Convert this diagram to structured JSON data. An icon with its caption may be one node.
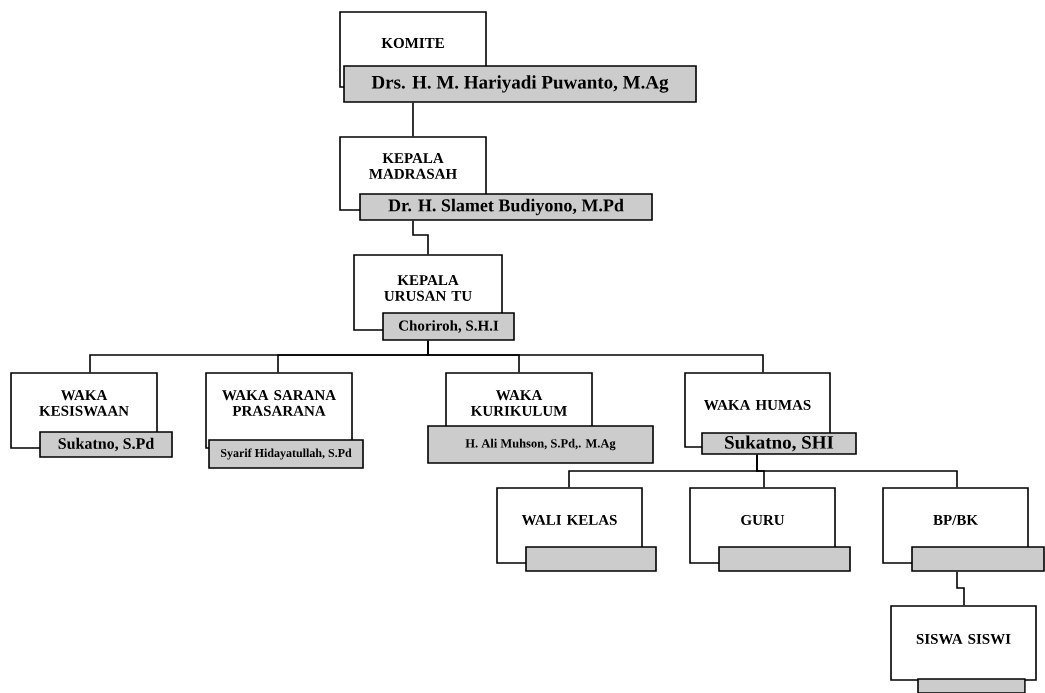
{
  "diagram": {
    "nodes": [
      {
        "text": [
          "KOMITE",
          "Drs. H. M. Hariyadi Puwanto, M.Ag"
        ]
      },
      {
        "text": [
          "KEPALA MADRASAH",
          "Dr. H. Slamet Budiyono, M.Pd"
        ]
      },
      {
        "text": [
          "KEPALA URUSAN TU",
          "Choriroh, S.H.I"
        ]
      },
      {
        "text": [
          "WAKA KESISWAAN",
          "Sukatno, S.Pd"
        ]
      },
      {
        "text": [
          "WAKA SARANA PRASARANA",
          "Syarif Hidayatullah, S.Pd"
        ]
      },
      {
        "text": [
          "WAKA KURIKULUM",
          "H. Ali Muhson, S.Pd,. M.Ag"
        ]
      },
      {
        "text": [
          "WAKA HUMAS",
          "Sukatno, SHI"
        ]
      },
      {
        "text": [
          "WALI KELAS"
        ]
      },
      {
        "text": [
          "GURU"
        ]
      },
      {
        "text": [
          "BP/BK"
        ]
      },
      {
        "text": [
          "SISWA SISWI"
        ]
      }
    ],
    "edges": [
      {
        "from": 0,
        "to": 1,
        "arrow": "none"
      },
      {
        "from": 1,
        "to": 2,
        "arrow": "none"
      },
      {
        "from": 2,
        "to": 3,
        "arrow": "none"
      },
      {
        "from": 2,
        "to": 4,
        "arrow": "none"
      },
      {
        "from": 2,
        "to": 5,
        "arrow": "none"
      },
      {
        "from": 2,
        "to": 6,
        "arrow": "none"
      },
      {
        "from": 6,
        "to": 7,
        "arrow": "none"
      },
      {
        "from": 6,
        "to": 8,
        "arrow": "none"
      },
      {
        "from": 6,
        "to": 9,
        "arrow": "none"
      },
      {
        "from": 9,
        "to": 10,
        "arrow": "none"
      }
    ]
  }
}
